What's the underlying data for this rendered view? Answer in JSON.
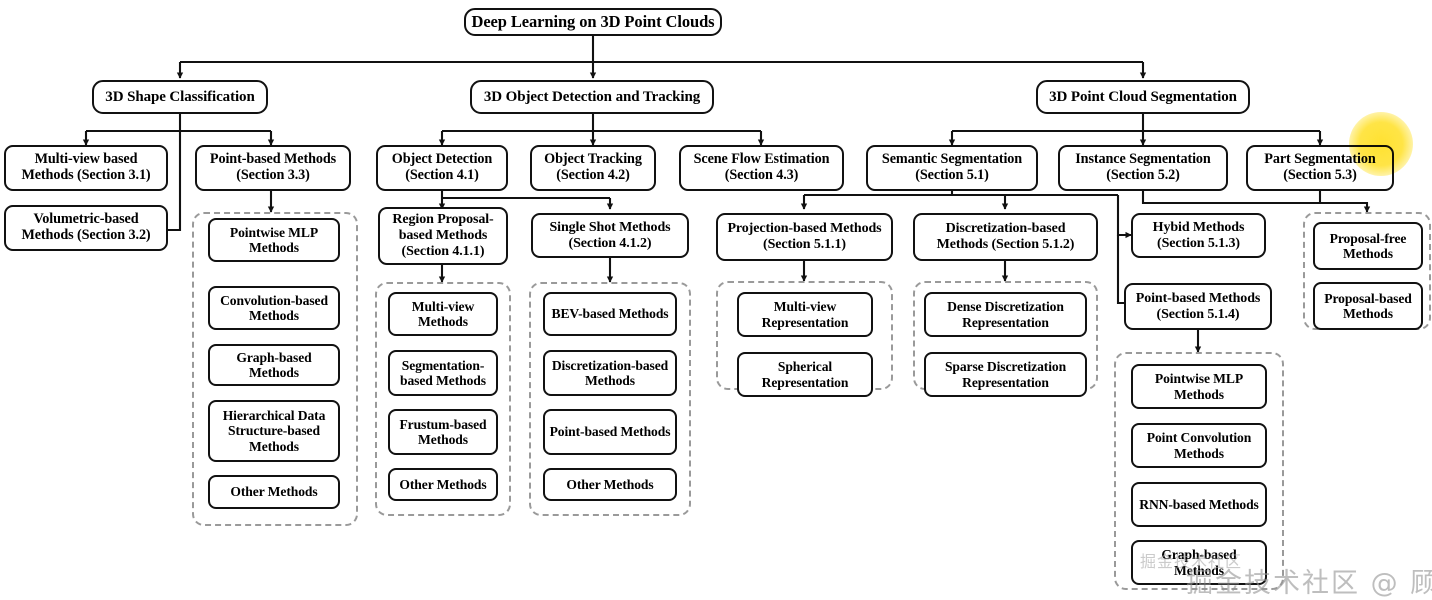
{
  "figure": {
    "title": "Deep Learning on 3D Point Clouds",
    "type": "taxonomy-tree-diagram"
  },
  "root": {
    "label": "Deep Learning on 3D Point Clouds"
  },
  "branches": {
    "shape_classification": {
      "label": "3D Shape Classification",
      "children": [
        {
          "label": "Multi-view based Methods (Section 3.1)"
        },
        {
          "label": "Volumetric-based Methods (Section 3.2)"
        },
        {
          "label": "Point-based Methods (Section 3.3)"
        }
      ],
      "point_based_group": [
        {
          "label": "Pointwise MLP Methods"
        },
        {
          "label": "Convolution-based Methods"
        },
        {
          "label": "Graph-based Methods"
        },
        {
          "label": "Hierarchical Data Structure-based Methods"
        },
        {
          "label": "Other Methods"
        }
      ]
    },
    "object_detection_tracking": {
      "label": "3D Object Detection and Tracking",
      "children": [
        {
          "label": "Object Detection (Section 4.1)"
        },
        {
          "label": "Object Tracking (Section 4.2)"
        },
        {
          "label": "Scene Flow Estimation (Section 4.3)"
        }
      ],
      "detection_children": [
        {
          "label": "Region Proposal-based Methods (Section 4.1.1)"
        },
        {
          "label": "Single Shot Methods (Section 4.1.2)"
        }
      ],
      "region_proposal_group": [
        {
          "label": "Multi-view Methods"
        },
        {
          "label": "Segmentation-based Methods"
        },
        {
          "label": "Frustum-based Methods"
        },
        {
          "label": "Other Methods"
        }
      ],
      "single_shot_group": [
        {
          "label": "BEV-based Methods"
        },
        {
          "label": "Discretization-based Methods"
        },
        {
          "label": "Point-based Methods"
        },
        {
          "label": "Other Methods"
        }
      ]
    },
    "point_cloud_segmentation": {
      "label": "3D Point Cloud Segmentation",
      "children": [
        {
          "label": "Semantic Segmentation (Section 5.1)"
        },
        {
          "label": "Instance Segmentation (Section 5.2)"
        },
        {
          "label": "Part Segmentation (Section 5.3)"
        }
      ],
      "semantic_children": [
        {
          "label": "Projection-based Methods (Section 5.1.1)"
        },
        {
          "label": "Discretization-based Methods (Section 5.1.2)"
        },
        {
          "label": "Hybid Methods (Section 5.1.3)"
        },
        {
          "label": "Point-based Methods (Section 5.1.4)"
        }
      ],
      "projection_group": [
        {
          "label": "Multi-view Representation"
        },
        {
          "label": "Spherical Representation"
        }
      ],
      "discretization_group": [
        {
          "label": "Dense Discretization Representation"
        },
        {
          "label": "Sparse Discretization Representation"
        }
      ],
      "point_based_group": [
        {
          "label": "Pointwise MLP Methods"
        },
        {
          "label": "Point Convolution Methods"
        },
        {
          "label": "RNN-based Methods"
        },
        {
          "label": "Graph-based Methods"
        }
      ],
      "instance_part_group": [
        {
          "label": "Proposal-free Methods"
        },
        {
          "label": "Proposal-based Methods"
        }
      ]
    }
  },
  "overlay": {
    "highlight_color": "#ffe026",
    "watermark_text": "掘金技术社区 @ 顾京",
    "watermark_small_text": "掘金技术社区"
  }
}
